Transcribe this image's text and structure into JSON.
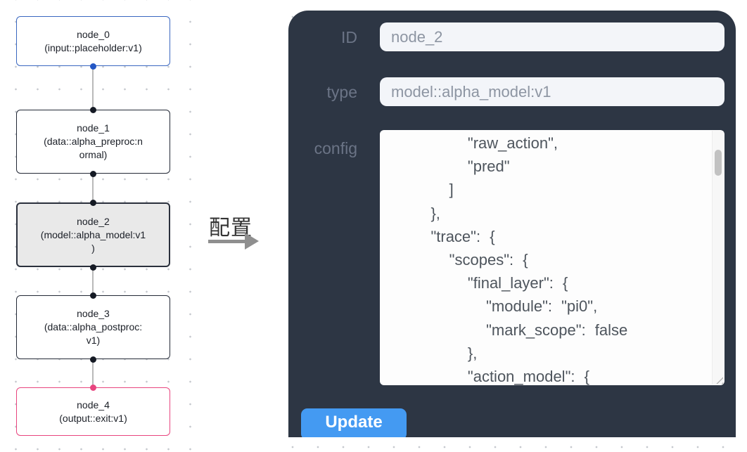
{
  "canvas": {
    "nodes": [
      {
        "id": "node_0",
        "label": "node_0\n(input::placeholder:v1)",
        "kind": "input"
      },
      {
        "id": "node_1",
        "label": "node_1\n(data::alpha_preproc:n\normal)",
        "kind": "data"
      },
      {
        "id": "node_2",
        "label": "node_2\n(model::alpha_model:v1\n)",
        "kind": "model",
        "selected": true
      },
      {
        "id": "node_3",
        "label": "node_3\n(data::alpha_postproc:\nv1)",
        "kind": "data"
      },
      {
        "id": "node_4",
        "label": "node_4\n(output::exit:v1)",
        "kind": "output"
      }
    ],
    "edges": [
      {
        "from": "node_0",
        "to": "node_1"
      },
      {
        "from": "node_1",
        "to": "node_2"
      },
      {
        "from": "node_2",
        "to": "node_3"
      },
      {
        "from": "node_3",
        "to": "node_4"
      }
    ]
  },
  "transfer": {
    "label": "配置"
  },
  "panel": {
    "fields": [
      {
        "label": "ID",
        "value": "node_2"
      },
      {
        "label": "type",
        "value": "model::alpha_model:v1"
      }
    ],
    "config": {
      "label": "config",
      "text": "        \"raw_action\",\n        \"pred\"\n      ]\n    },\n    \"trace\": {\n      \"scopes\": {\n        \"final_layer\": {\n          \"module\": \"pi0\",\n          \"mark_scope\": false\n        },\n        \"action_model\": {"
    },
    "update_label": "Update"
  },
  "colors": {
    "panel_bg": "#2d3644",
    "button_accent": "#449af2",
    "node_default_border": "#232936",
    "node_input_border": "#3a67c0",
    "node_output_border": "#e8457f",
    "node_selected_bg": "#e9e9e9",
    "edge": "#b9b9b9",
    "handle_dark": "#151a24",
    "handle_input": "#2457c5",
    "handle_output": "#e8457f"
  }
}
